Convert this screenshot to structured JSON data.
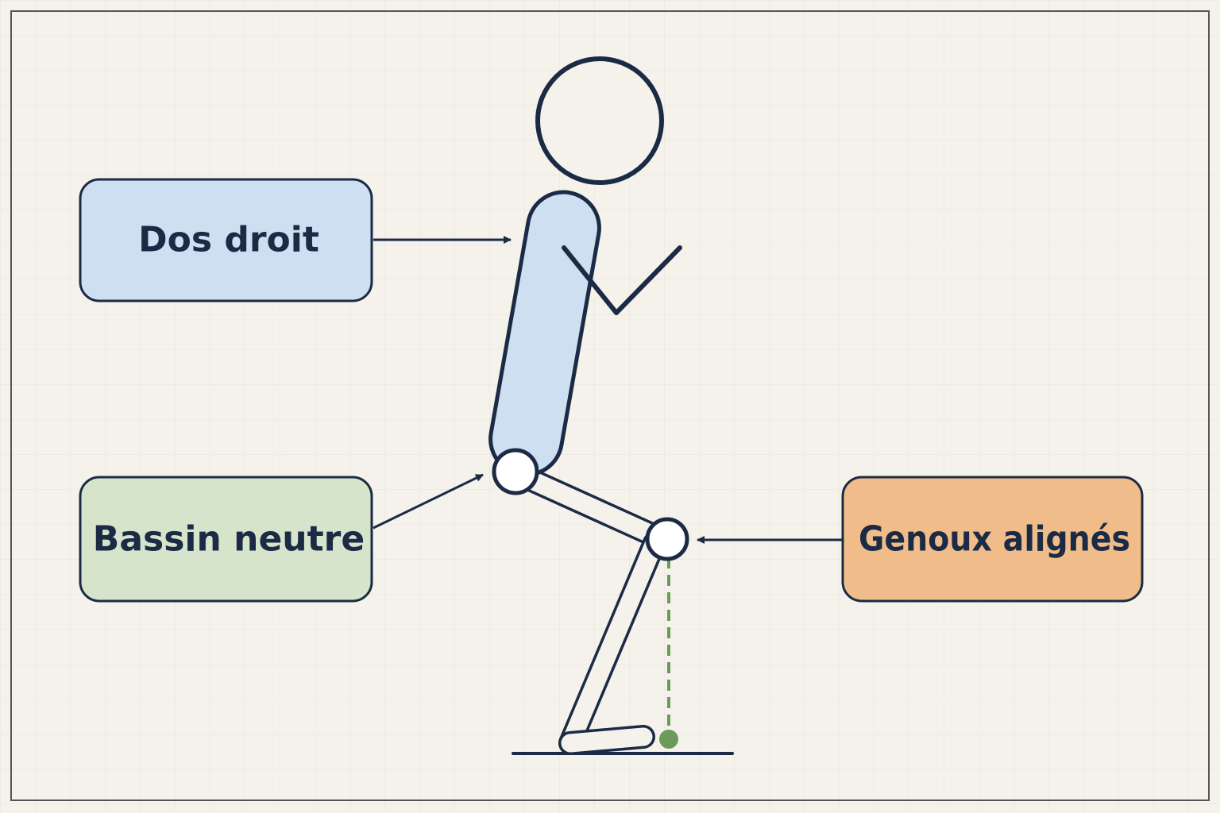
{
  "labels": {
    "back": "Dos droit",
    "pelvis": "Bassin neutre",
    "knees": "Genoux alignés"
  },
  "colors": {
    "background": "#f4f2ea",
    "grid": "#e6e4dc",
    "ink": "#1c2b45",
    "back_fill": "#cddff0",
    "pelvis_fill": "#d7e4cc",
    "knees_fill": "#f0bd8a",
    "alignment_line": "#6b9a5a"
  }
}
